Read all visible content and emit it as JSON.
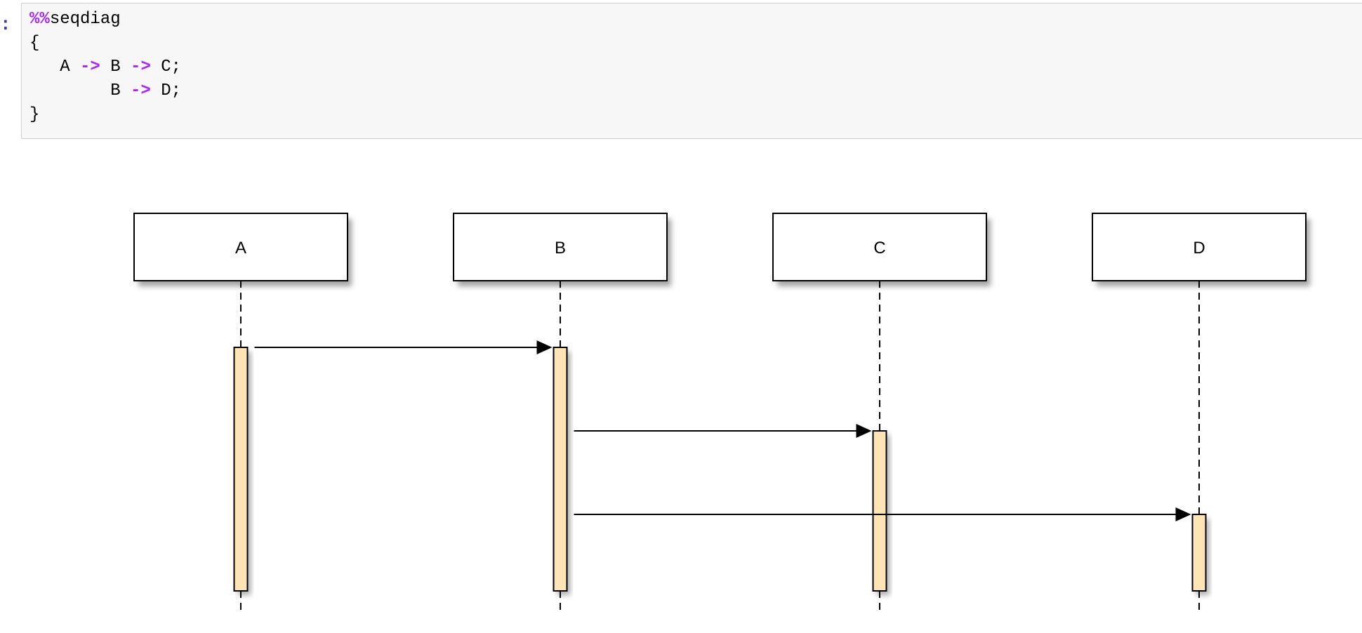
{
  "cell": {
    "prompt": ":",
    "lines": [
      [
        {
          "t": "%%",
          "kw": true
        },
        {
          "t": "seqdiag",
          "kw": false
        }
      ],
      [
        {
          "t": "{",
          "kw": false
        }
      ],
      [
        {
          "t": "   A ",
          "kw": false
        },
        {
          "t": "->",
          "kw": true
        },
        {
          "t": " B ",
          "kw": false
        },
        {
          "t": "->",
          "kw": true
        },
        {
          "t": " C;",
          "kw": false
        }
      ],
      [
        {
          "t": "        B ",
          "kw": false
        },
        {
          "t": "->",
          "kw": true
        },
        {
          "t": " D;",
          "kw": false
        }
      ],
      [
        {
          "t": "}",
          "kw": false
        }
      ]
    ]
  },
  "diagram": {
    "actors": [
      "A",
      "B",
      "C",
      "D"
    ],
    "messages": [
      {
        "from": "A",
        "to": "B"
      },
      {
        "from": "B",
        "to": "C"
      },
      {
        "from": "B",
        "to": "D"
      }
    ],
    "colors": {
      "activation_fill": "#ffe4b5",
      "box_fill": "#ffffff",
      "stroke": "#000000",
      "shadow": "#9a9a9a"
    }
  }
}
